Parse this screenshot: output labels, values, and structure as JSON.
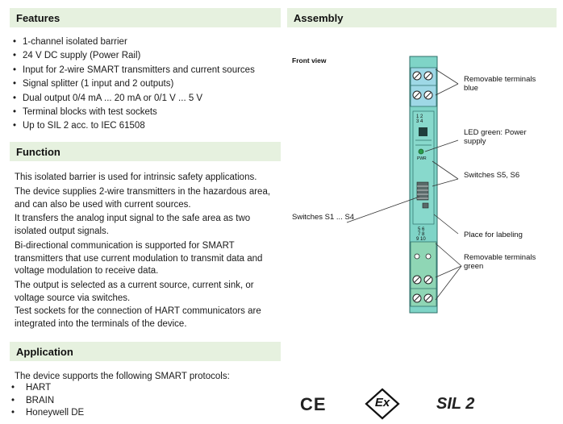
{
  "features": {
    "title": "Features",
    "items": [
      "1-channel isolated barrier",
      "24 V DC supply (Power Rail)",
      "Input for 2-wire SMART transmitters and current sources",
      "Signal splitter (1 input and 2 outputs)",
      "Dual output 0/4 mA ... 20 mA or 0/1 V ... 5 V",
      "Terminal blocks with test sockets",
      "Up to SIL 2 acc. to IEC 61508"
    ]
  },
  "function": {
    "title": "Function",
    "paragraphs": [
      "This isolated barrier is used for intrinsic safety applications.",
      "The device supplies 2-wire transmitters in the hazardous area, and can also be used with current sources.",
      "It transfers the analog input signal to the safe area as two isolated output signals.",
      "Bi-directional communication is supported for SMART transmitters that use current modulation to transmit data and voltage modulation to receive data.",
      "The output is selected as a current source, current sink, or voltage source via switches.",
      "Test sockets for the connection of HART communicators are integrated into the terminals of the device."
    ]
  },
  "application": {
    "title": "Application",
    "intro": "The device supports the following SMART protocols:",
    "items": [
      "HART",
      "BRAIN",
      "Honeywell DE"
    ]
  },
  "assembly": {
    "title": "Assembly",
    "view_label": "Front view",
    "labels": {
      "removable_blue": "Removable terminals blue",
      "led_green": "LED green: Power supply",
      "switches_s5_s6": "Switches S5, S6",
      "switches_s1_s4": "Switches S1 ... S4",
      "place_labeling": "Place for labeling",
      "removable_green": "Removable terminals green"
    },
    "device": {
      "top_numbers_1": "1 2",
      "top_numbers_2": "3 4",
      "led_text": "PWR",
      "bottom_numbers_1": "5 6",
      "bottom_numbers_2": "7 8",
      "bottom_numbers_3": "9 10"
    }
  },
  "marks": {
    "ce": "CE",
    "ex": "Ex",
    "sil": "SIL 2"
  },
  "colors": {
    "section_bg": "#e6f1df",
    "device_body": "#7fd4c7",
    "terminal_blue": "#9ed8e6",
    "terminal_green": "#8fd6b5",
    "led": "#2a9d4a"
  }
}
